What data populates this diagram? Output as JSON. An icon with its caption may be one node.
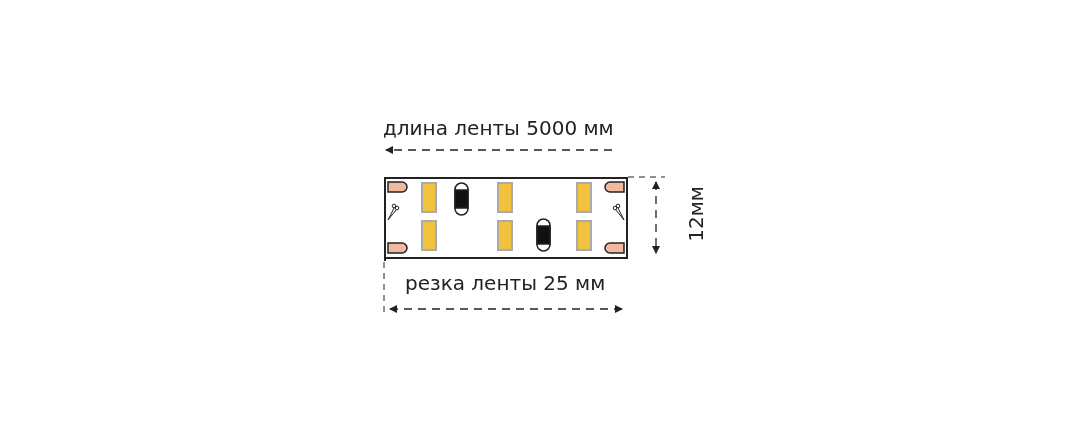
{
  "diagram": {
    "labels": [
      "длина ленты 5000 мм",
      "12мм",
      "резка ленты 25 мм"
    ]
  }
}
